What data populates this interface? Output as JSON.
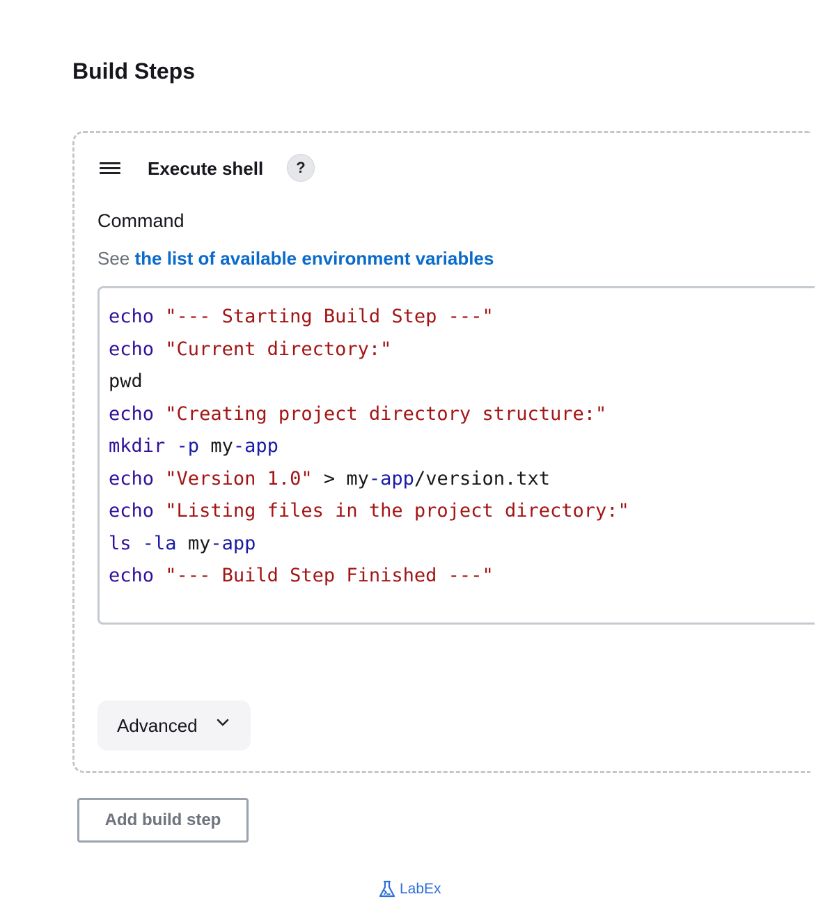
{
  "section": {
    "title": "Build Steps"
  },
  "step": {
    "title": "Execute shell",
    "help_label": "?",
    "command_label": "Command",
    "env_prefix": "See ",
    "env_link_text": "the list of available environment variables",
    "code_lines": [
      [
        {
          "t": "echo",
          "k": "kw"
        },
        {
          "t": " ",
          "k": "plain"
        },
        {
          "t": "\"--- Starting Build Step ---\"",
          "k": "str"
        }
      ],
      [
        {
          "t": "echo",
          "k": "kw"
        },
        {
          "t": " ",
          "k": "plain"
        },
        {
          "t": "\"Current directory:\"",
          "k": "str"
        }
      ],
      [
        {
          "t": "pwd",
          "k": "plain"
        }
      ],
      [
        {
          "t": "echo",
          "k": "kw"
        },
        {
          "t": " ",
          "k": "plain"
        },
        {
          "t": "\"Creating project directory structure:\"",
          "k": "str"
        }
      ],
      [
        {
          "t": "mkdir",
          "k": "kw"
        },
        {
          "t": " ",
          "k": "plain"
        },
        {
          "t": "-p",
          "k": "flag"
        },
        {
          "t": " my",
          "k": "plain"
        },
        {
          "t": "-app",
          "k": "flag"
        }
      ],
      [
        {
          "t": "echo",
          "k": "kw"
        },
        {
          "t": " ",
          "k": "plain"
        },
        {
          "t": "\"Version 1.0\"",
          "k": "str"
        },
        {
          "t": " > my",
          "k": "plain"
        },
        {
          "t": "-app",
          "k": "flag"
        },
        {
          "t": "/version.txt",
          "k": "plain"
        }
      ],
      [
        {
          "t": "echo",
          "k": "kw"
        },
        {
          "t": " ",
          "k": "plain"
        },
        {
          "t": "\"Listing files in the project directory:\"",
          "k": "str"
        }
      ],
      [
        {
          "t": "ls",
          "k": "kw"
        },
        {
          "t": " ",
          "k": "plain"
        },
        {
          "t": "-la",
          "k": "flag"
        },
        {
          "t": " my",
          "k": "plain"
        },
        {
          "t": "-app",
          "k": "flag"
        }
      ],
      [
        {
          "t": "echo",
          "k": "kw"
        },
        {
          "t": " ",
          "k": "plain"
        },
        {
          "t": "\"--- Build Step Finished ---\"",
          "k": "str"
        }
      ]
    ],
    "advanced_label": "Advanced"
  },
  "actions": {
    "add_step_label": "Add build step"
  },
  "brand": {
    "name": "LabEx"
  },
  "colors": {
    "link": "#0b6bcb",
    "keyword": "#30109a",
    "string": "#a31515",
    "flag": "#1a1aa6",
    "brand": "#2d6fd8"
  },
  "icons": [
    "hamburger-menu-icon",
    "help-icon",
    "chevron-down-icon",
    "labex-logo-icon"
  ]
}
